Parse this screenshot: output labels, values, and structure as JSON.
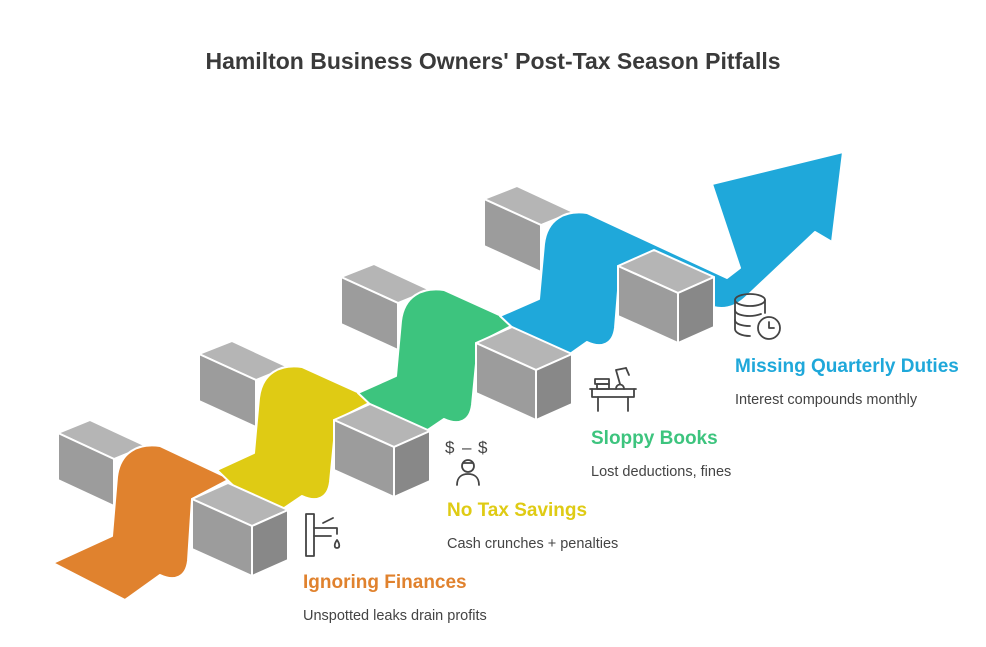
{
  "title": "Hamilton Business Owners' Post-Tax Season Pitfalls",
  "colors": {
    "orange": "#E0822E",
    "yellow": "#DFCB14",
    "green": "#3DC47E",
    "blue": "#1FA8DA",
    "block_front": "#9A9A9A",
    "block_top": "#B3B3B3",
    "block_side": "#878787",
    "icon_stroke": "#444444"
  },
  "steps": [
    {
      "heading": "Ignoring Finances",
      "description": "Unspotted leaks drain profits",
      "color": "#E0822E",
      "icon": "faucet-icon"
    },
    {
      "heading": "No Tax Savings",
      "description": "Cash crunches + penalties",
      "color": "#DFCB14",
      "icon": "person-money-icon"
    },
    {
      "heading": "Sloppy Books",
      "description": "Lost deductions, fines",
      "color": "#3DC47E",
      "icon": "messy-desk-icon"
    },
    {
      "heading": "Missing Quarterly Duties",
      "description": "Interest compounds monthly",
      "color": "#1FA8DA",
      "icon": "database-clock-icon"
    }
  ]
}
